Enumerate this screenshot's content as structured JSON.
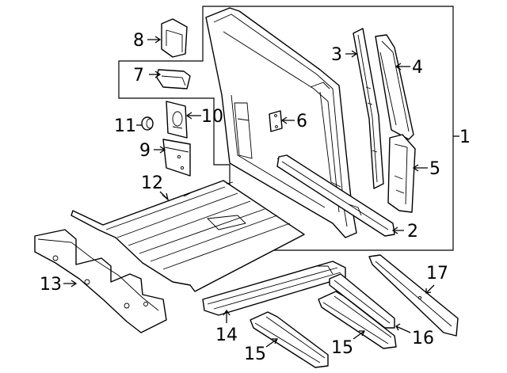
{
  "diagram": {
    "callouts": [
      {
        "id": "1",
        "text": "1"
      },
      {
        "id": "2",
        "text": "2"
      },
      {
        "id": "3",
        "text": "3"
      },
      {
        "id": "4",
        "text": "4"
      },
      {
        "id": "5",
        "text": "5"
      },
      {
        "id": "6",
        "text": "6"
      },
      {
        "id": "7",
        "text": "7"
      },
      {
        "id": "8",
        "text": "8"
      },
      {
        "id": "9",
        "text": "9"
      },
      {
        "id": "10",
        "text": "10"
      },
      {
        "id": "11",
        "text": "11"
      },
      {
        "id": "12",
        "text": "12"
      },
      {
        "id": "13",
        "text": "13"
      },
      {
        "id": "14",
        "text": "14"
      },
      {
        "id": "15a",
        "text": "15"
      },
      {
        "id": "15b",
        "text": "15"
      },
      {
        "id": "16",
        "text": "16"
      },
      {
        "id": "17",
        "text": "17"
      }
    ]
  }
}
